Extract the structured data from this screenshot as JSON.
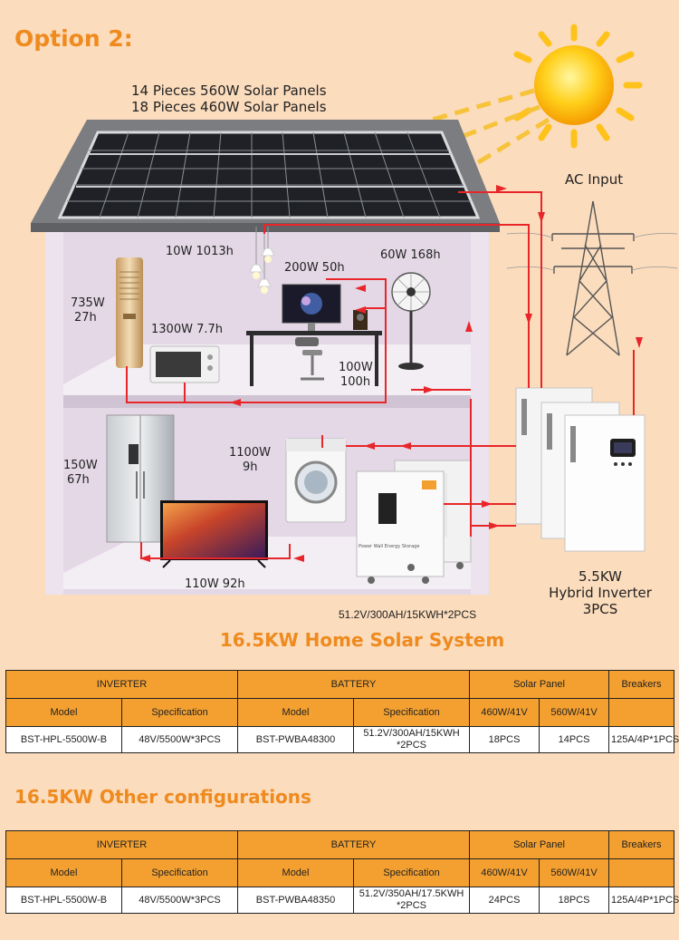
{
  "option_title": "Option 2:",
  "diagram": {
    "panels_line1": "14 Pieces 560W Solar Panels",
    "panels_line2": "18 Pieces 460W Solar Panels",
    "ac_input": "AC Input",
    "lamp": "10W 1013h",
    "computer": "200W 50h",
    "fan": "60W 168h",
    "ac_unit_1": "735W",
    "ac_unit_2": "27h",
    "microwave": "1300W 7.7h",
    "speaker_1": "100W",
    "speaker_2": "100h",
    "fridge_1": "150W",
    "fridge_2": "67h",
    "washer_1": "1100W",
    "washer_2": "9h",
    "tv": "110W 92h",
    "battery": "51.2V/300AH/15KWH*2PCS",
    "inverter_1": "5.5KW",
    "inverter_2": "Hybrid Inverter",
    "inverter_3": "3PCS",
    "battery_panel_text": "Power Wall Energy Storage",
    "colors": {
      "arrow": "#e8262a",
      "accent": "#ef8a1e",
      "table_header": "#f4a030"
    }
  },
  "system_title": "16.5KW Home Solar System",
  "table1": {
    "inverter": "INVERTER",
    "battery": "BATTERY",
    "solar_panel": "Solar Panel",
    "breakers": "Breakers",
    "model": "Model",
    "specification": "Specification",
    "model_b": "Model",
    "specification_b": "Specification",
    "p460": "460W/41V",
    "p560": "560W/41V",
    "row": {
      "inv_model": "BST-HPL-5500W-B",
      "inv_spec": "48V/5500W*3PCS",
      "bat_model": "BST-PWBA48300",
      "bat_spec_1": "51.2V/300AH/15KWH",
      "bat_spec_2": "*2PCS",
      "p460": "18PCS",
      "p560": "14PCS",
      "breakers": "125A/4P*1PCS"
    }
  },
  "other_title": "16.5KW Other configurations",
  "table2": {
    "inverter": "INVERTER",
    "battery": "BATTERY",
    "solar_panel": "Solar Panel",
    "breakers": "Breakers",
    "model": "Model",
    "specification": "Specification",
    "model_b": "Model",
    "specification_b": "Specification",
    "p460": "460W/41V",
    "p560": "560W/41V",
    "row": {
      "inv_model": "BST-HPL-5500W-B",
      "inv_spec": "48V/5500W*3PCS",
      "bat_model": "BST-PWBA48350",
      "bat_spec_1": "51.2V/350AH/17.5KWH",
      "bat_spec_2": "*2PCS",
      "p460": "24PCS",
      "p560": "18PCS",
      "breakers": "125A/4P*1PCS"
    }
  }
}
